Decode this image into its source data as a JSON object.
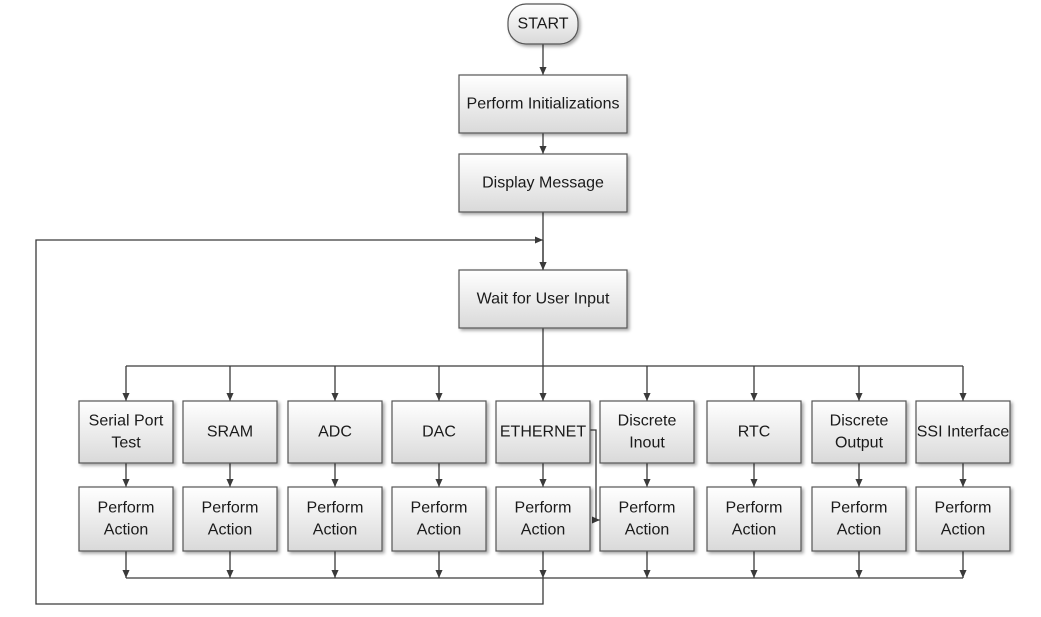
{
  "flowchart": {
    "start": "START",
    "init": "Perform Initializations",
    "display": "Display Message",
    "wait": "Wait for User Input",
    "options": [
      {
        "id": "serial-port-test",
        "lines": [
          "Serial Port",
          "Test"
        ]
      },
      {
        "id": "sram",
        "lines": [
          "SRAM"
        ]
      },
      {
        "id": "adc",
        "lines": [
          "ADC"
        ]
      },
      {
        "id": "dac",
        "lines": [
          "DAC"
        ]
      },
      {
        "id": "ethernet",
        "lines": [
          "ETHERNET"
        ]
      },
      {
        "id": "discrete-input",
        "lines": [
          "Discrete",
          "Inout"
        ]
      },
      {
        "id": "rtc",
        "lines": [
          "RTC"
        ]
      },
      {
        "id": "discrete-output",
        "lines": [
          "Discrete",
          "Output"
        ]
      },
      {
        "id": "ssi-interface",
        "lines": [
          "SSI Interface"
        ]
      }
    ],
    "action": [
      "Perform",
      "Action"
    ]
  },
  "colors": {
    "box_fill_top": "#ffffff",
    "box_fill_bottom": "#d9d9d9",
    "line": "#3a3a3a",
    "border": "#555555"
  }
}
